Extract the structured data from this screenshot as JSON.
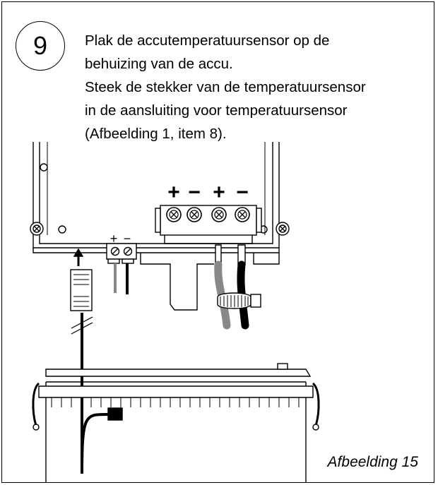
{
  "step": {
    "number": "9"
  },
  "instructions": {
    "lines": [
      "Plak de accutemperatuursensor op de",
      "behuizing van de accu.",
      "Steek de stekker van de temperatuursensor",
      "in de aansluiting voor temperatuursensor",
      "(Afbeelding 1, item 8)."
    ]
  },
  "diagram": {
    "terminal_polarity": [
      "+",
      "−",
      "+",
      "−"
    ],
    "sensor_connector_polarity": [
      "+",
      "−"
    ]
  },
  "caption": "Afbeelding 15"
}
